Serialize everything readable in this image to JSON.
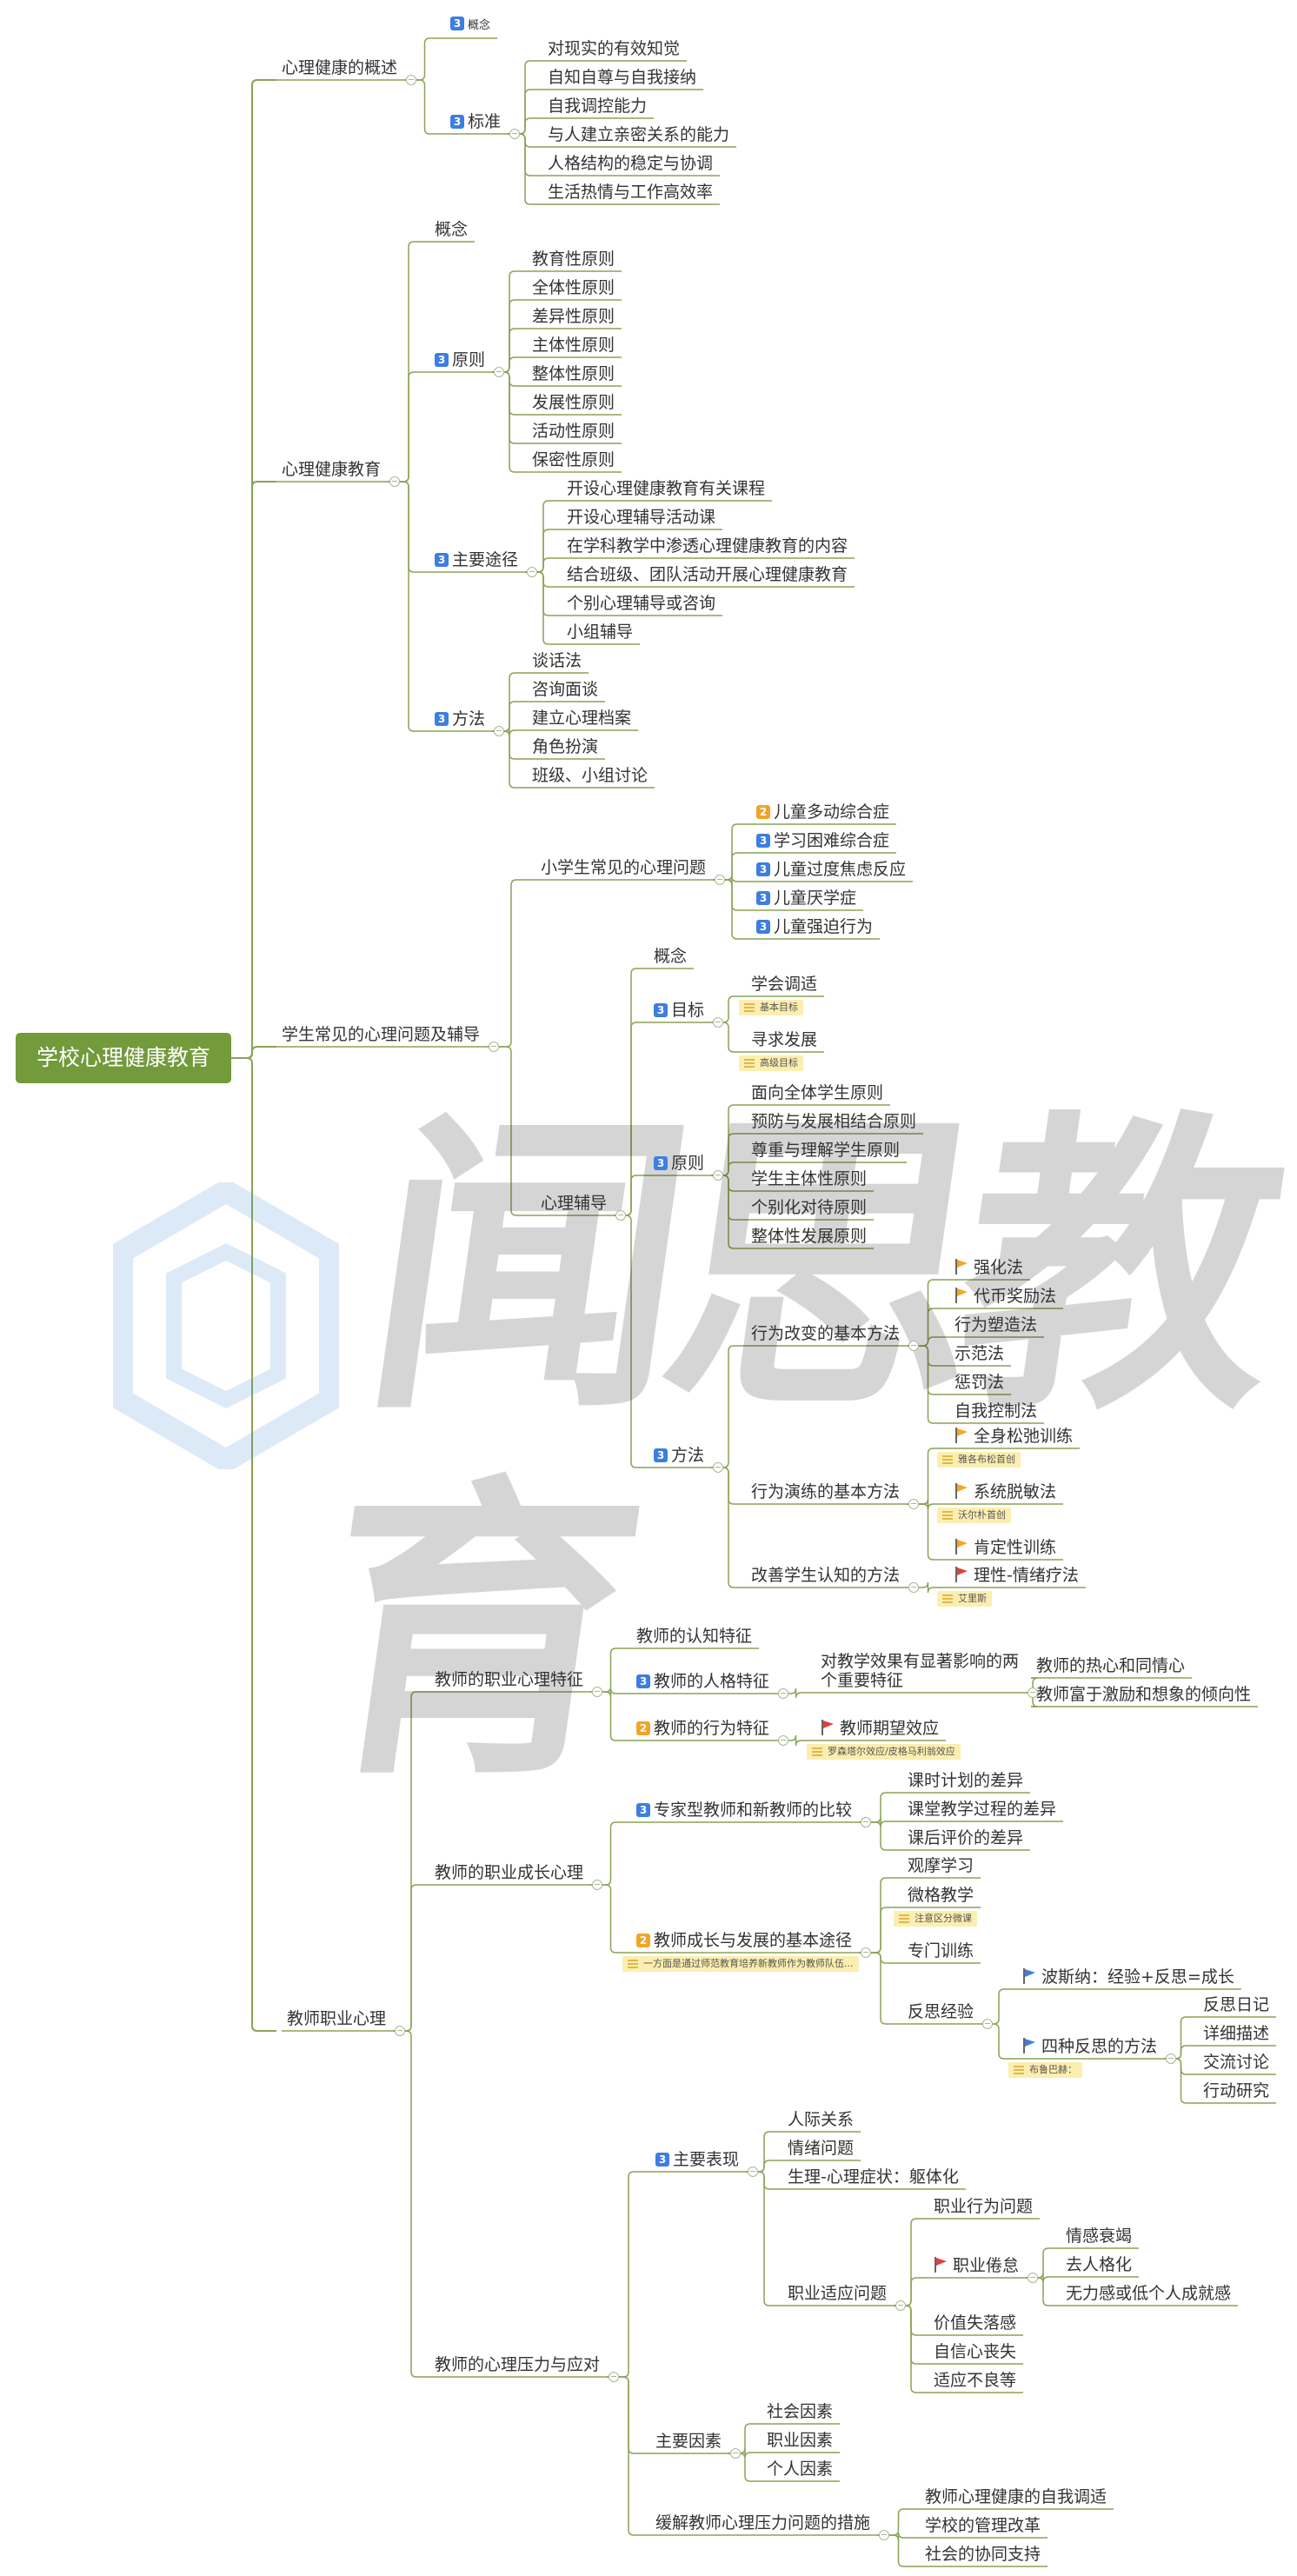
{
  "watermark": "闻思教育",
  "nodes": {
    "root": "学校心理健康教育",
    "b1": "心理健康的概述",
    "b1_c1": "概念",
    "b1_c2": "标准",
    "b1_c2_1": "对现实的有效知觉",
    "b1_c2_2": "自知自尊与自我接纳",
    "b1_c2_3": "自我调控能力",
    "b1_c2_4": "与人建立亲密关系的能力",
    "b1_c2_5": "人格结构的稳定与协调",
    "b1_c2_6": "生活热情与工作高效率",
    "b2": "心理健康教育",
    "b2_c1": "概念",
    "b2_c2": "原则",
    "b2_c2_1": "教育性原则",
    "b2_c2_2": "全体性原则",
    "b2_c2_3": "差异性原则",
    "b2_c2_4": "主体性原则",
    "b2_c2_5": "整体性原则",
    "b2_c2_6": "发展性原则",
    "b2_c2_7": "活动性原则",
    "b2_c2_8": "保密性原则",
    "b2_c3": "主要途径",
    "b2_c3_1": "开设心理健康教育有关课程",
    "b2_c3_2": "开设心理辅导活动课",
    "b2_c3_3": "在学科教学中渗透心理健康教育的内容",
    "b2_c3_4": "结合班级、团队活动开展心理健康教育",
    "b2_c3_5": "个别心理辅导或咨询",
    "b2_c3_6": "小组辅导",
    "b2_c4": "方法",
    "b2_c4_1": "谈话法",
    "b2_c4_2": "咨询面谈",
    "b2_c4_3": "建立心理档案",
    "b2_c4_4": "角色扮演",
    "b2_c4_5": "班级、小组讨论",
    "b3": "学生常见的心理问题及辅导",
    "b3_c1": "小学生常见的心理问题",
    "b3_c1_1": "儿童多动综合症",
    "b3_c1_2": "学习困难综合症",
    "b3_c1_3": "儿童过度焦虑反应",
    "b3_c1_4": "儿童厌学症",
    "b3_c1_5": "儿童强迫行为",
    "b3_c2": "心理辅导",
    "b3_c2_1": "概念",
    "b3_c2_2": "目标",
    "b3_c2_2_1": "学会调适",
    "b3_c2_2_2": "寻求发展",
    "b3_c2_3": "原则",
    "b3_c2_3_1": "面向全体学生原则",
    "b3_c2_3_2": "预防与发展相结合原则",
    "b3_c2_3_3": "尊重与理解学生原则",
    "b3_c2_3_4": "学生主体性原则",
    "b3_c2_3_5": "个别化对待原则",
    "b3_c2_3_6": "整体性发展原则",
    "b3_c2_4": "方法",
    "b3_c2_4_1": "行为改变的基本方法",
    "m1": "强化法",
    "m2": "代币奖励法",
    "m3": "行为塑造法",
    "m4": "示范法",
    "m5": "惩罚法",
    "m6": "自我控制法",
    "b3_c2_4_2": "行为演练的基本方法",
    "m7": "全身松弛训练",
    "m8": "系统脱敏法",
    "m9": "肯定性训练",
    "b3_c2_4_3": "改善学生认知的方法",
    "m10": "理性-情绪疗法",
    "b4": "教师职业心理",
    "b4_c1": "教师的职业心理特征",
    "b4_c1_1": "教师的认知特征",
    "b4_c1_2": "教师的人格特征",
    "b4_c1_2_1": "对教学效果有显著影响的两个重要特征",
    "b4_c1_2_1_a": "教师的热心和同情心",
    "b4_c1_2_1_b": "教师富于激励和想象的倾向性",
    "b4_c1_3": "教师的行为特征",
    "b4_c1_3_1": "教师期望效应",
    "b4_c2": "教师的职业成长心理",
    "b4_c2_1": "专家型教师和新教师的比较",
    "b4_c2_1_1": "课时计划的差异",
    "b4_c2_1_2": "课堂教学过程的差异",
    "b4_c2_1_3": "课后评价的差异",
    "b4_c2_2": "教师成长与发展的基本途径",
    "b4_c2_2_1": "观摩学习",
    "b4_c2_2_2": "微格教学",
    "b4_c2_2_3": "专门训练",
    "b4_c2_2_4": "反思经验",
    "r1": "波斯纳：经验+反思=成长",
    "r2": "四种反思的方法",
    "r2_1": "反思日记",
    "r2_2": "详细描述",
    "r2_3": "交流讨论",
    "r2_4": "行动研究",
    "b4_c3": "教师的心理压力与应对",
    "b4_c3_1": "主要表现",
    "b4_c3_1_1": "人际关系",
    "b4_c3_1_2": "情绪问题",
    "b4_c3_1_3": "生理-心理症状：躯体化",
    "b4_c3_1_4": "职业适应问题",
    "p1": "职业行为问题",
    "p2": "职业倦怠",
    "p2_1": "情感衰竭",
    "p2_2": "去人格化",
    "p2_3": "无力感或低个人成就感",
    "p3": "价值失落感",
    "p4": "自信心丧失",
    "p5": "适应不良等",
    "b4_c3_2": "主要因素",
    "b4_c3_2_1": "社会因素",
    "b4_c3_2_2": "职业因素",
    "b4_c3_2_3": "个人因素",
    "b4_c3_3": "缓解教师心理压力问题的措施",
    "b4_c3_3_1": "教师心理健康的自我调适",
    "b4_c3_3_2": "学校的管理改革",
    "b4_c3_3_3": "社会的协同支持"
  },
  "badges": {
    "b1_c1": "3",
    "b1_c2": "3",
    "b2_c2": "3",
    "b2_c3": "3",
    "b2_c4": "3",
    "b3_c1_1": "2",
    "b3_c1_2": "3",
    "b3_c1_3": "3",
    "b3_c1_4": "3",
    "b3_c1_5": "3",
    "b3_c2_2": "3",
    "b3_c2_3": "3",
    "b3_c2_4": "3",
    "b4_c1_2": "3",
    "b4_c1_3": "2",
    "b4_c2_1": "3",
    "b4_c2_2": "2",
    "b4_c3_1": "3"
  },
  "notes": {
    "n_goal1": "基本目标",
    "n_goal2": "高级目标",
    "n_m7": "雅各布松首创",
    "n_m8": "沃尔朴首创",
    "n_m10": "艾里斯",
    "n_expect": "罗森塔尔效应/皮格马利翁效应",
    "n_micro": "注意区分微课",
    "n_path": "一方面是通过师范教育培养新教师作为教师队伍...",
    "n_r2": "布鲁巴赫："
  },
  "colors": {
    "root_bg": "#739a3b",
    "branch_line": "#8aa356",
    "badge_blue": "#3d7ee0",
    "badge_orange": "#f0a52a",
    "flag_orange": "#f6a623",
    "flag_blue": "#3d7ee0",
    "flag_red": "#e04040",
    "note_bg": "#fbeeb0"
  },
  "icons": {
    "priority_badge": "number-badge-icon",
    "flag": "flag-icon",
    "note": "note-icon",
    "collapse": "minus-circle-icon"
  }
}
